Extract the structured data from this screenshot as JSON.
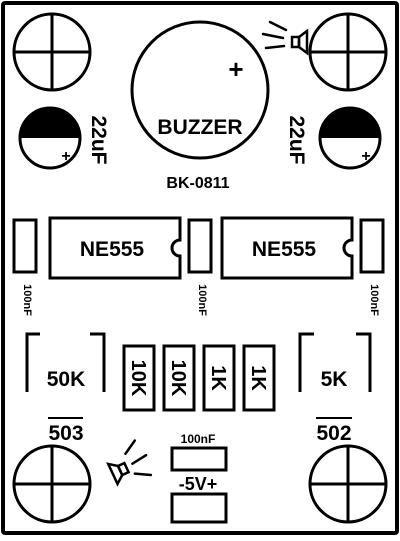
{
  "board": {
    "code": "BK-0811",
    "buzzer": {
      "label": "BUZZER",
      "polarity": "+"
    },
    "capacitor_left": {
      "value": "22uF",
      "polarity": "+"
    },
    "capacitor_right": {
      "value": "22uF",
      "polarity": "+"
    },
    "ic_left": "NE555",
    "ic_right": "NE555",
    "cap_100nf_left": "100nF",
    "cap_100nf_mid": "100nF",
    "cap_100nf_right": "100nF",
    "pot_left": {
      "value": "50K",
      "code": "503"
    },
    "pot_right": {
      "value": "5K",
      "code": "502"
    },
    "resistors": [
      "10K",
      "10K",
      "1K",
      "1K"
    ],
    "power_cap": "100nF",
    "power_label": "-5V+",
    "colors": {
      "ink": "#000000",
      "board": "#ffffff"
    },
    "icons": [
      "mounting-hole-icon",
      "speaker-icon"
    ]
  }
}
